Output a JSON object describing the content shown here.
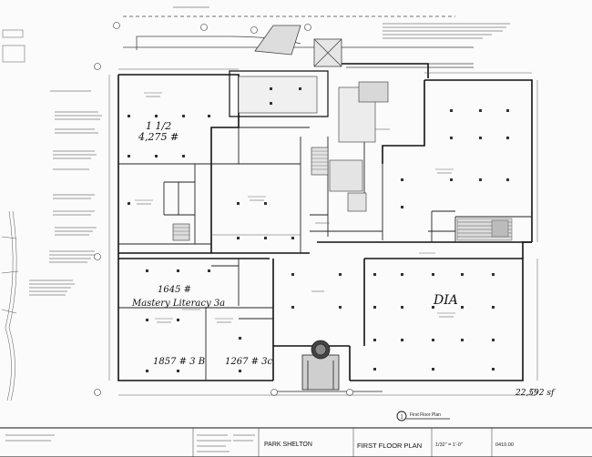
{
  "handwritten": {
    "area_a": "1 1/2",
    "area_a_sf": "4,275 #",
    "area_b": "1645 #",
    "tenant_note": "Mastery Literacy 3a",
    "area_c": "1857 # 3 B",
    "area_d": "1267 # 3c",
    "area_e": "DIA",
    "total_sf": "22,592 sf"
  },
  "callout": {
    "number": "1",
    "text": "First Floor Plan"
  },
  "title_block": {
    "project": "PARK SHELTON",
    "sheet_title": "FIRST FLOOR PLAN",
    "scale": "1/32\" = 1'-0\"",
    "sheet_number": "0410.00"
  }
}
